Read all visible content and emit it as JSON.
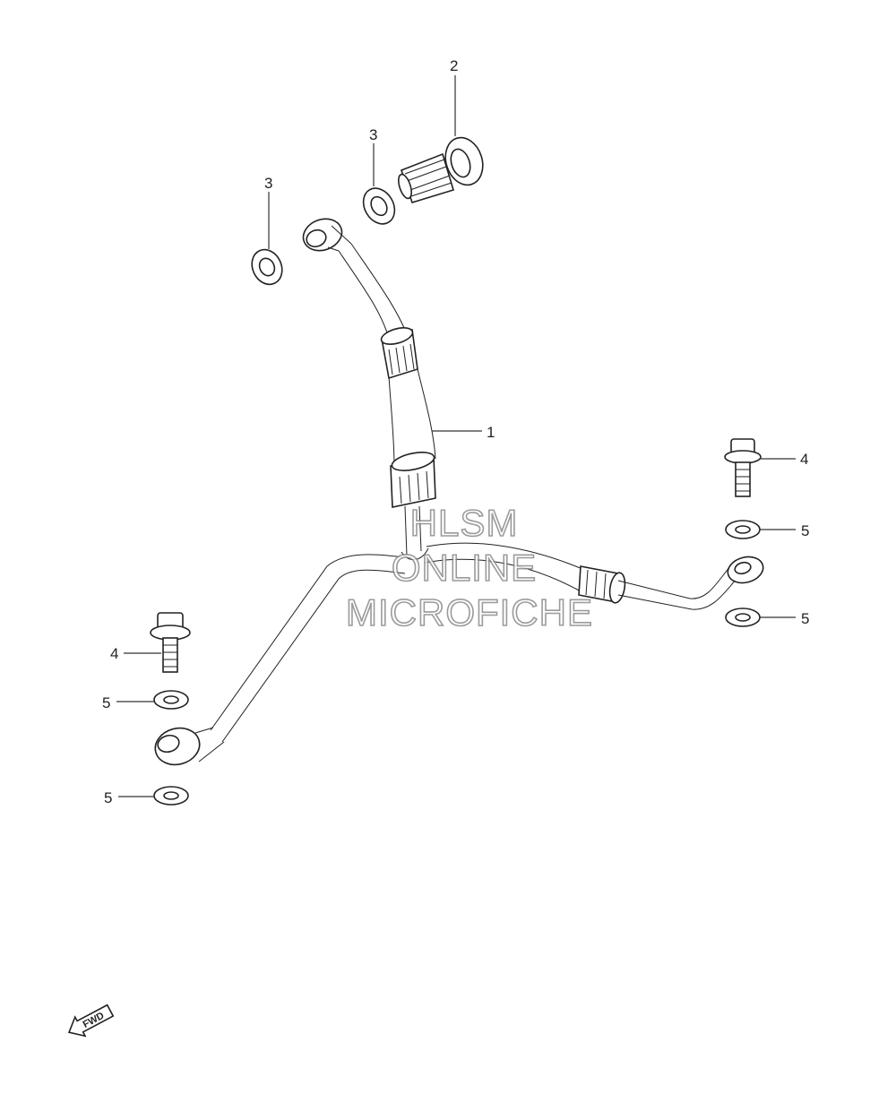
{
  "callouts": {
    "c1": "1",
    "c2": "2",
    "c3a": "3",
    "c3b": "3",
    "c4a": "4",
    "c4b": "4",
    "c5a": "5",
    "c5b": "5",
    "c5c": "5",
    "c5d": "5"
  },
  "watermark": {
    "line1": "HLSM",
    "line2": "ONLINE",
    "line3": "MICROFICHE"
  },
  "fwd_label": "FWD",
  "icons": [
    "banjo-bolt-icon",
    "sealing-washer-icon",
    "flange-bolt-icon",
    "oil-hose-icon",
    "fwd-arrow-icon"
  ]
}
